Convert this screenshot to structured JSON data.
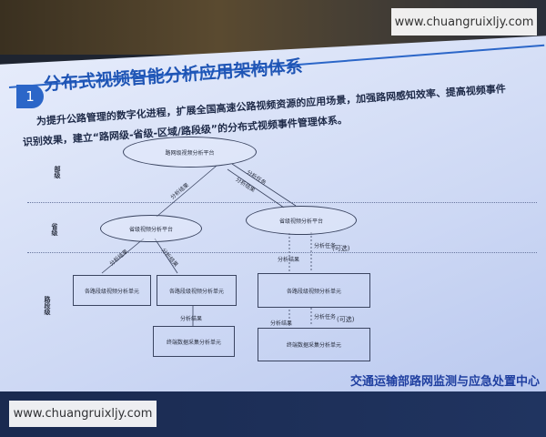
{
  "watermarks": {
    "top": "www.chuangruixljy.com",
    "bottom": "www.chuangruixljy.com"
  },
  "slide": {
    "number": "1",
    "title": "分布式视频智能分析应用架构体系",
    "paragraph": [
      "为提升公路管理的数字化进程，扩展全国高速公路视频资源的应用场景，加强路网感知效率、提高视频事件",
      "识别效果，建立“路网级-省级-区域/路段级”的分布式视频事件管理体系。"
    ],
    "levels": [
      "部级",
      "省级",
      "路段级"
    ],
    "clouds": {
      "top": "路网级视频分析平台",
      "left": "省级视频分析平台",
      "right": "省级视频分析平台"
    },
    "boxes": {
      "unit1": "各路段级视频分析单元",
      "unit2": "各路段级视频分析单元",
      "unit3": "各路段级视频分析单元",
      "term1": "终端数据采集分析单元",
      "term2": "终端数据采集分析单元"
    },
    "labels": {
      "result": "分析结果",
      "task": "分析任务",
      "optional": "(可选)"
    },
    "footer": "交通运输部路网监测与应急处置中心"
  },
  "colors": {
    "accent": "#2b66c8",
    "footer": "#1f3fa0"
  }
}
